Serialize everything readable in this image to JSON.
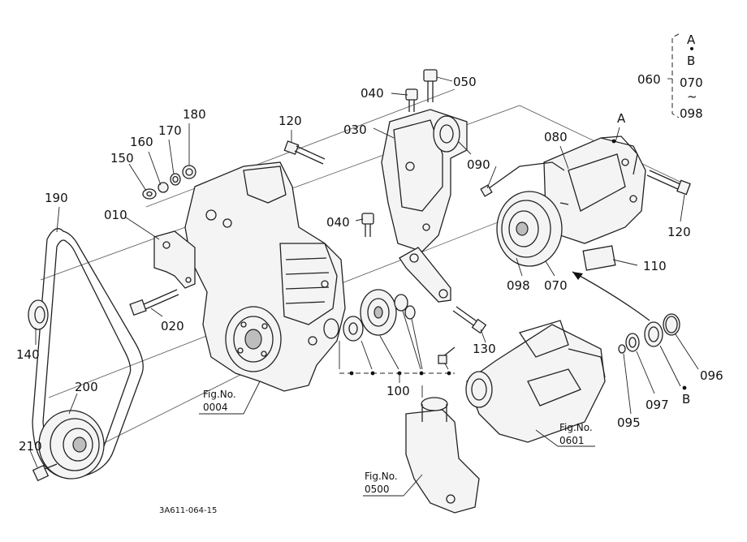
{
  "parts": {
    "p010": "010",
    "p020": "020",
    "p030": "030",
    "p040a": "040",
    "p040b": "040",
    "p050": "050",
    "p070": "070",
    "p080": "080",
    "p090": "090",
    "p095": "095",
    "p096": "096",
    "p097": "097",
    "p098": "098",
    "p100": "100",
    "p110": "110",
    "p120a": "120",
    "p120b": "120",
    "p130": "130",
    "p140": "140",
    "p150": "150",
    "p160": "160",
    "p170": "170",
    "p180": "180",
    "p190": "190",
    "p200": "200",
    "p210": "210"
  },
  "legend": {
    "code": "060",
    "a": "A",
    "b": "B",
    "from": "070",
    "tilde": "~",
    "to": "098"
  },
  "markers": {
    "a": "A",
    "b": "B"
  },
  "fig_refs": [
    {
      "label": "Fig.No.",
      "number": "0004"
    },
    {
      "label": "Fig.No.",
      "number": "0601"
    },
    {
      "label": "Fig.No.",
      "number": "0500"
    }
  ],
  "drawing_code": "3A611-064-15"
}
